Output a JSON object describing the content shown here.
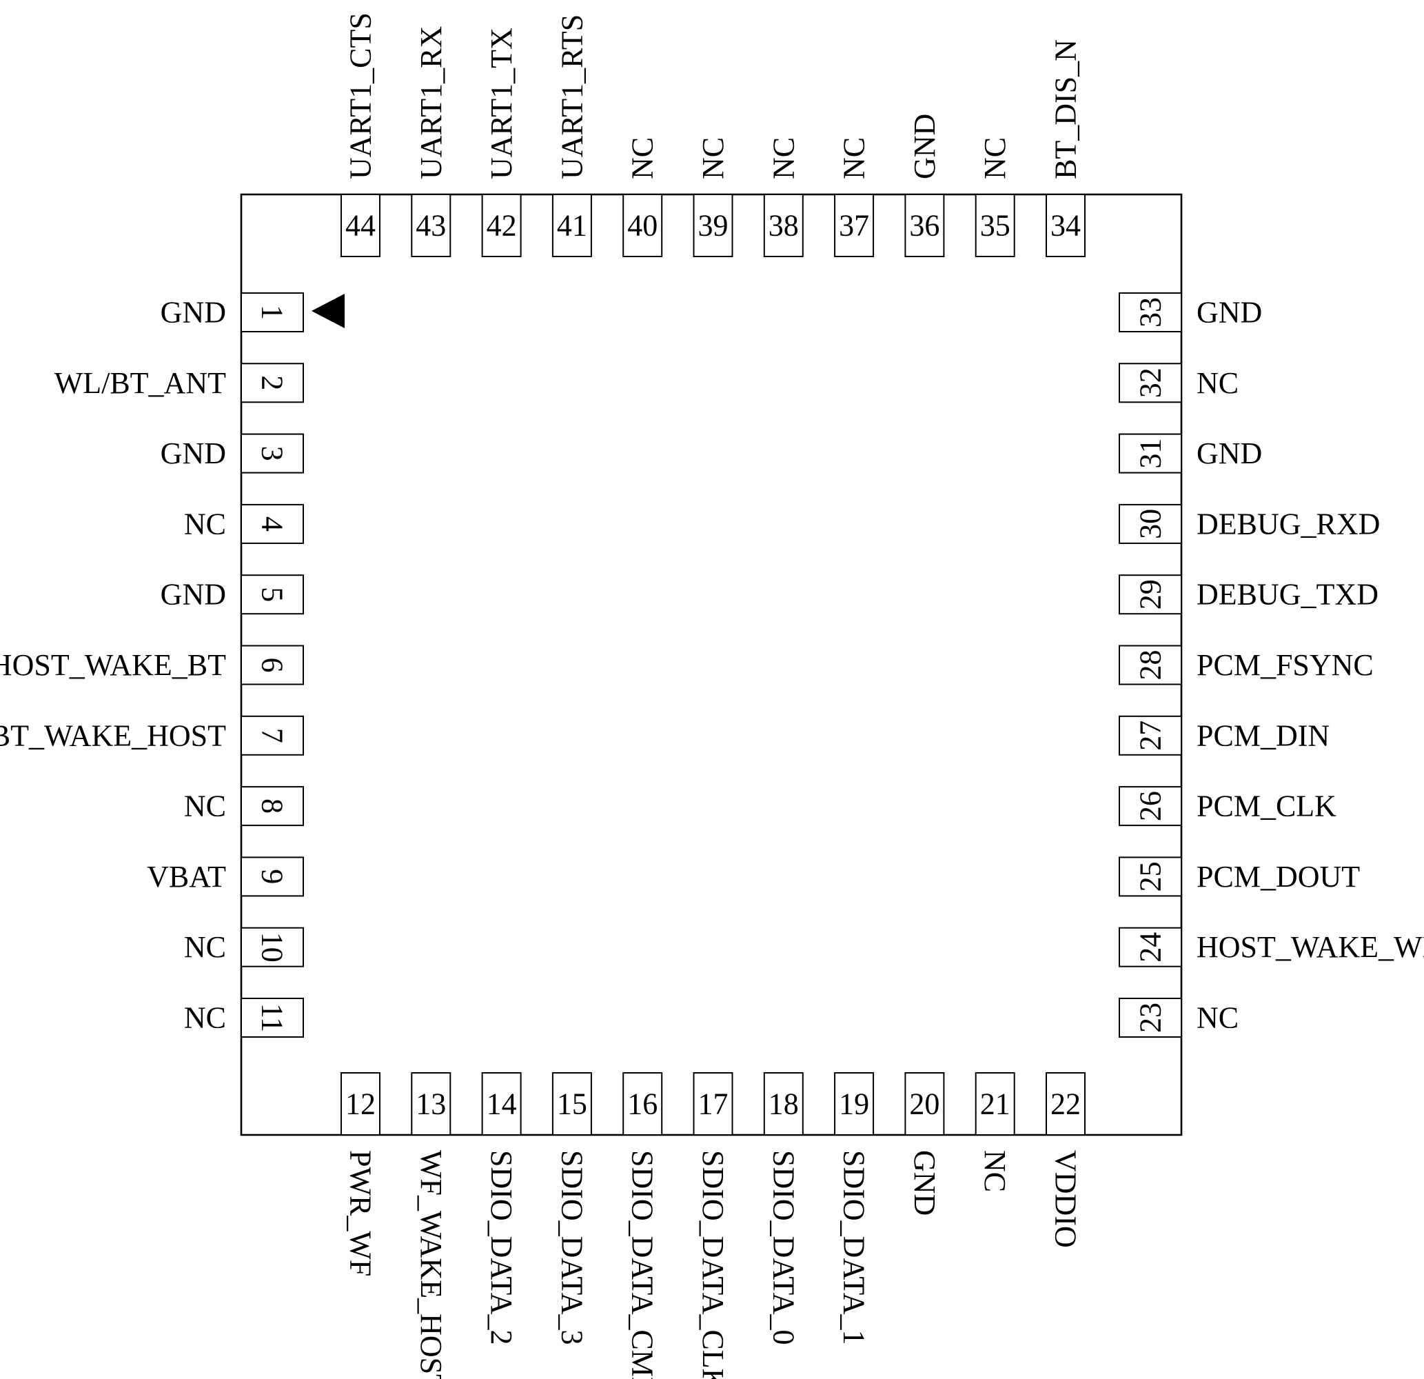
{
  "package": {
    "pins": [
      {
        "num": "1",
        "name": "GND",
        "side": "left"
      },
      {
        "num": "2",
        "name": "WL/BT_ANT",
        "side": "left"
      },
      {
        "num": "3",
        "name": "GND",
        "side": "left"
      },
      {
        "num": "4",
        "name": "NC",
        "side": "left"
      },
      {
        "num": "5",
        "name": "GND",
        "side": "left"
      },
      {
        "num": "6",
        "name": "HOST_WAKE_BT",
        "side": "left"
      },
      {
        "num": "7",
        "name": "BT_WAKE_HOST",
        "side": "left"
      },
      {
        "num": "8",
        "name": "NC",
        "side": "left"
      },
      {
        "num": "9",
        "name": "VBAT",
        "side": "left"
      },
      {
        "num": "10",
        "name": "NC",
        "side": "left"
      },
      {
        "num": "11",
        "name": "NC",
        "side": "left"
      },
      {
        "num": "12",
        "name": "PWR_WF",
        "side": "bottom"
      },
      {
        "num": "13",
        "name": "WF_WAKE_HOST",
        "side": "bottom"
      },
      {
        "num": "14",
        "name": "SDIO_DATA_2",
        "side": "bottom"
      },
      {
        "num": "15",
        "name": "SDIO_DATA_3",
        "side": "bottom"
      },
      {
        "num": "16",
        "name": "SDIO_DATA_CMD",
        "side": "bottom"
      },
      {
        "num": "17",
        "name": "SDIO_DATA_CLK",
        "side": "bottom"
      },
      {
        "num": "18",
        "name": "SDIO_DATA_0",
        "side": "bottom"
      },
      {
        "num": "19",
        "name": "SDIO_DATA_1",
        "side": "bottom"
      },
      {
        "num": "20",
        "name": "GND",
        "side": "bottom"
      },
      {
        "num": "21",
        "name": "NC",
        "side": "bottom"
      },
      {
        "num": "22",
        "name": "VDDIO",
        "side": "bottom"
      },
      {
        "num": "23",
        "name": "NC",
        "side": "right"
      },
      {
        "num": "24",
        "name": "HOST_WAKE_WF",
        "side": "right"
      },
      {
        "num": "25",
        "name": "PCM_DOUT",
        "side": "right"
      },
      {
        "num": "26",
        "name": "PCM_CLK",
        "side": "right"
      },
      {
        "num": "27",
        "name": "PCM_DIN",
        "side": "right"
      },
      {
        "num": "28",
        "name": "PCM_FSYNC",
        "side": "right"
      },
      {
        "num": "29",
        "name": "DEBUG_TXD",
        "side": "right"
      },
      {
        "num": "30",
        "name": "DEBUG_RXD",
        "side": "right"
      },
      {
        "num": "31",
        "name": "GND",
        "side": "right"
      },
      {
        "num": "32",
        "name": "NC",
        "side": "right"
      },
      {
        "num": "33",
        "name": "GND",
        "side": "right"
      },
      {
        "num": "34",
        "name": "BT_DIS_N",
        "side": "top"
      },
      {
        "num": "35",
        "name": "NC",
        "side": "top"
      },
      {
        "num": "36",
        "name": "GND",
        "side": "top"
      },
      {
        "num": "37",
        "name": "NC",
        "side": "top"
      },
      {
        "num": "38",
        "name": "NC",
        "side": "top"
      },
      {
        "num": "39",
        "name": "NC",
        "side": "top"
      },
      {
        "num": "40",
        "name": "NC",
        "side": "top"
      },
      {
        "num": "41",
        "name": "UART1_RTS",
        "side": "top"
      },
      {
        "num": "42",
        "name": "UART1_TX",
        "side": "top"
      },
      {
        "num": "43",
        "name": "UART1_RX",
        "side": "top"
      },
      {
        "num": "44",
        "name": "UART1_CTS",
        "side": "top"
      }
    ]
  }
}
